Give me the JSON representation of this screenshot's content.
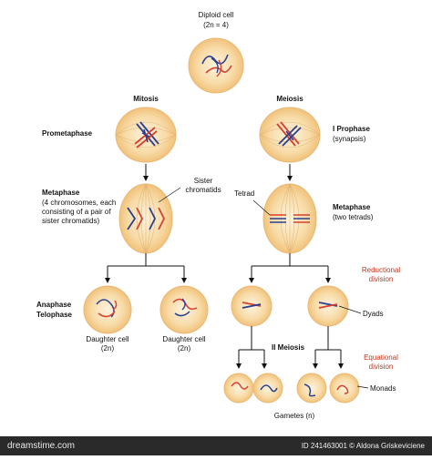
{
  "diagram": {
    "top": {
      "title": "Diploid cell",
      "subtitle": "(2n = 4)"
    },
    "columns": {
      "left": "Mitosis",
      "right": "Meiosis"
    },
    "stages": {
      "prometaphase": "Prometaphase",
      "prophase_1": "I Prophase",
      "synapsis": "(synapsis)",
      "metaphase_left_title": "Metaphase",
      "metaphase_left_desc": "(4 chromosomes, each consisting of a pair of sister chromatids)",
      "metaphase_right_title": "Metaphase",
      "metaphase_right_desc": "(two tetrads)",
      "anaphase": "Anaphase",
      "telophase": "Telophase",
      "meiosis_2": "II Meiosis"
    },
    "annotations": {
      "sister_chromatids": "Sister chromatids",
      "tetrad": "Tetrad",
      "reductional": "Reductional division",
      "dyads": "Dyads",
      "equational": "Equational division",
      "monads": "Monads",
      "daughter_cell_1": "Daughter cell",
      "daughter_cell_1_sub": "(2n)",
      "daughter_cell_2": "Daughter cell",
      "daughter_cell_2_sub": "(2n)",
      "gametes": "Gametes (n)"
    },
    "colors": {
      "cell_fill": "#f6cf8f",
      "cell_center": "#fdf3de",
      "cell_border": "#e9b876",
      "chromosome_red": "#d8412d",
      "chromosome_blue": "#2b3f8f",
      "annotation_red": "#c8371f"
    }
  },
  "footer": {
    "logo": "dreamstime.com",
    "credit": "ID 241463001 © Aldona Griskeviciene"
  }
}
